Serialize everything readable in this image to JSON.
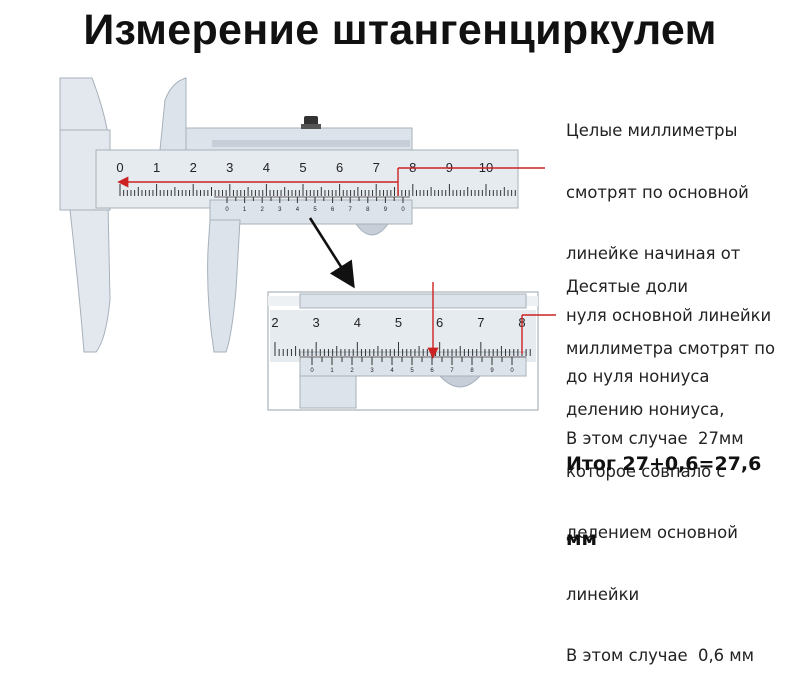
{
  "title": "Измерение штангенциркулем",
  "main_scale_labels": [
    "0",
    "1",
    "2",
    "3",
    "4",
    "5",
    "6",
    "7",
    "8",
    "9",
    "10"
  ],
  "vernier_labels": [
    "0",
    "1",
    "2",
    "3",
    "4",
    "5",
    "6",
    "7",
    "8",
    "9",
    "0"
  ],
  "zoom_scale_labels": [
    "2",
    "3",
    "4",
    "5",
    "6",
    "7",
    "8"
  ],
  "zoom_vernier_labels": [
    "0",
    "1",
    "2",
    "3",
    "4",
    "5",
    "6",
    "7",
    "8",
    "9",
    "0"
  ],
  "text_whole": {
    "lines": [
      "Целые миллиметры",
      "смотрят по основной",
      "линейке начиная от",
      "нуля основной линейки",
      "до нуля нониуса"
    ],
    "case": "В этом случае  27мм"
  },
  "text_tenths": {
    "lines": [
      "Десятые доли",
      "миллиметра смотрят по",
      "делению нониуса,",
      "которое совпало с",
      "делением основной",
      "линейки"
    ],
    "case": "В этом случае  0,6 мм"
  },
  "result": {
    "line1": "Итог 27+0,6=27,6",
    "line2": "мм"
  },
  "colors": {
    "arrow_red": "#cc2222",
    "body": "#e3e8ee",
    "body_dark": "#c7ced7",
    "outline": "#a7b0bb"
  }
}
